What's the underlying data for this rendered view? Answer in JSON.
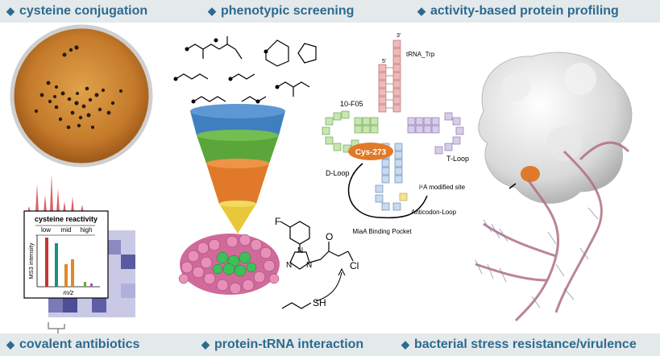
{
  "headers": {
    "top": [
      "cysteine conjugation",
      "phenotypic screening",
      "activity-based protein profiling"
    ],
    "bottom": [
      "covalent antibiotics",
      "protein-tRNA interaction",
      "bacterial stress resistance/virulence"
    ]
  },
  "bullet": "◆",
  "reactivity_chart": {
    "title": "cysteine reactivity",
    "levels": [
      "low",
      "mid",
      "high"
    ],
    "ylabel": "MS3 intensity",
    "xlabel": "m/z"
  },
  "trna": {
    "top_label": "3'",
    "five_prime": "5'",
    "name": "tRNA_Trp",
    "fragment": "10-F05",
    "cys_label": "Cys-273",
    "d_loop": "D-Loop",
    "t_loop": "T-Loop",
    "modified_site": "i⁶A modified site",
    "anticodon_loop": "Anticodon-Loop",
    "pocket": "MiaA Binding Pocket"
  },
  "molecule_labels": {
    "f": "F",
    "n1": "N",
    "n2": "N",
    "n3": "N",
    "o": "O",
    "cl": "Cl",
    "sh": "SH"
  },
  "colors": {
    "header_text": "#2c6b8e",
    "band": "#e4e9ec",
    "funnel_blue": "#3f7fc0",
    "funnel_green": "#5aa63a",
    "funnel_orange": "#e07a2a",
    "funnel_yellow": "#e8c83a",
    "cys_orange": "#e07a2a"
  }
}
